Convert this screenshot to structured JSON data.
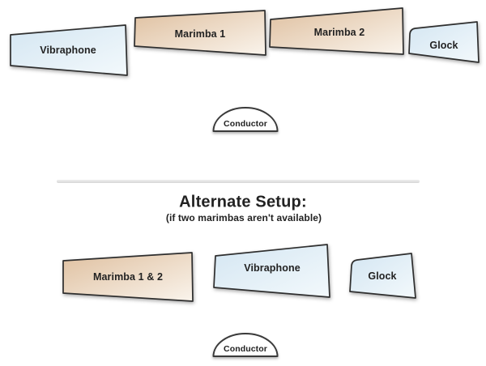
{
  "diagram": {
    "main_setup": {
      "instruments": [
        {
          "label": "Vibraphone"
        },
        {
          "label": "Marimba 1"
        },
        {
          "label": "Marimba 2"
        },
        {
          "label": "Glock"
        }
      ],
      "conductor_label": "Conductor"
    },
    "alternate_setup": {
      "heading": "Alternate Setup:",
      "subheading": "(if two marimbas aren't available)",
      "instruments": [
        {
          "label": "Marimba 1 & 2"
        },
        {
          "label": "Vibraphone"
        },
        {
          "label": "Glock"
        }
      ],
      "conductor_label": "Conductor"
    },
    "colors": {
      "marimba_gradient_start": "#dfc0a0",
      "marimba_gradient_end": "#faf4ec",
      "blue_gradient_start": "#d4e6f2",
      "blue_gradient_end": "#f3f9fc",
      "shape_border": "#2e2e2e",
      "conductor_fill": "#ffffff",
      "divider_light": "#efefef",
      "divider_dark": "#d6d6d6",
      "text": "#222222",
      "background": "#ffffff"
    }
  }
}
